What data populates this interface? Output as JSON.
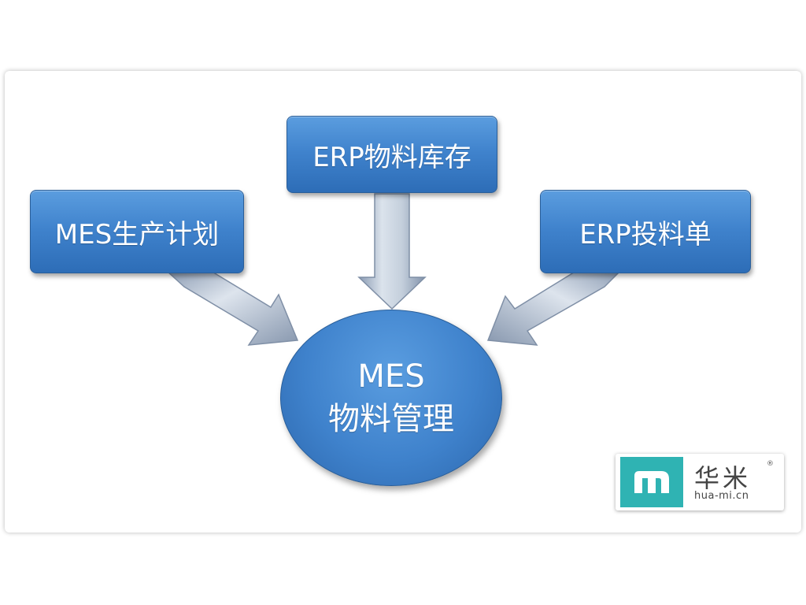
{
  "diagram": {
    "center": {
      "line1": "MES",
      "line2": "物料管理"
    },
    "sources": [
      {
        "label": "ERP物料库存"
      },
      {
        "label": "MES生产计划"
      },
      {
        "label": "ERP投料单"
      }
    ]
  },
  "logo": {
    "name_cn": "华米",
    "registered": "®",
    "url": "hua-mi.cn"
  },
  "colors": {
    "box_blue": "#3f82cc",
    "arrow_silver": "#b9c6d6",
    "logo_teal": "#2fb3b3"
  }
}
